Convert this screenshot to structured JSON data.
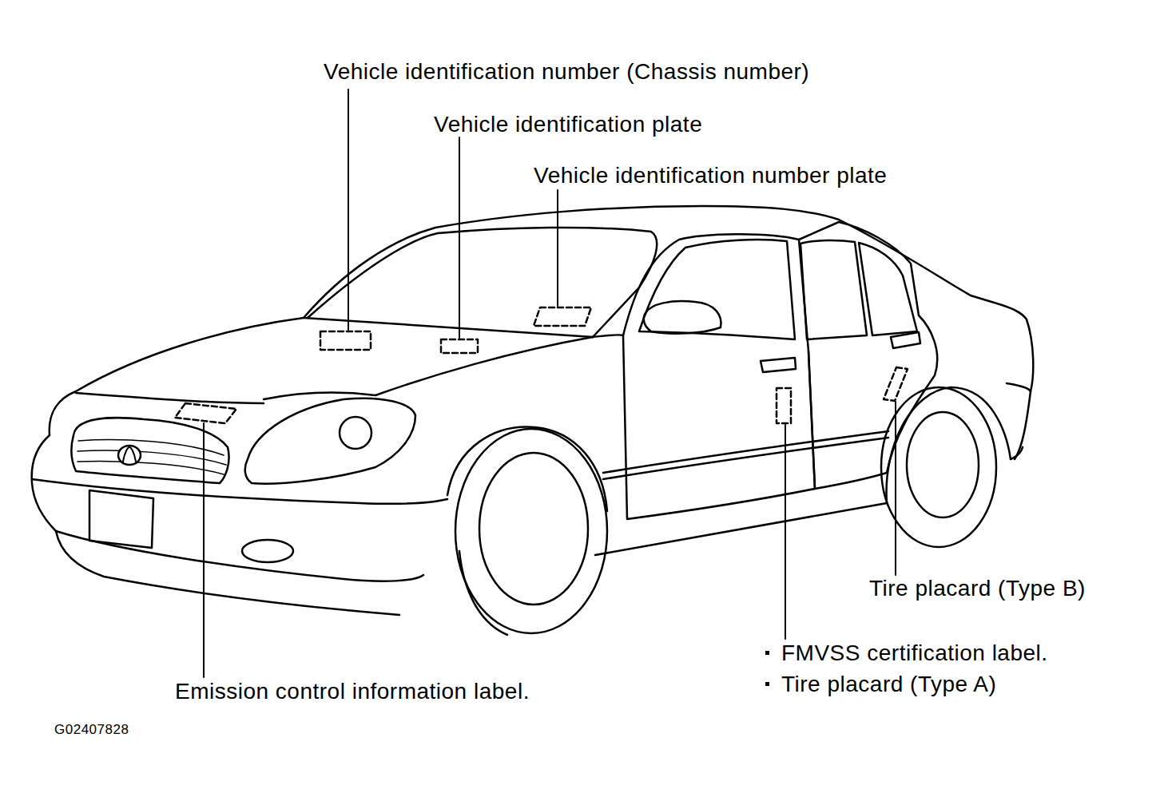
{
  "diagram": {
    "labels": [
      "Vehicle identification number (Chassis number)",
      "Vehicle identification plate",
      "Vehicle identification number plate",
      "Emission control information label.",
      "Tire placard (Type B)",
      "FMVSS certification label.",
      "Tire placard (Type A)",
      "G02407828"
    ]
  }
}
